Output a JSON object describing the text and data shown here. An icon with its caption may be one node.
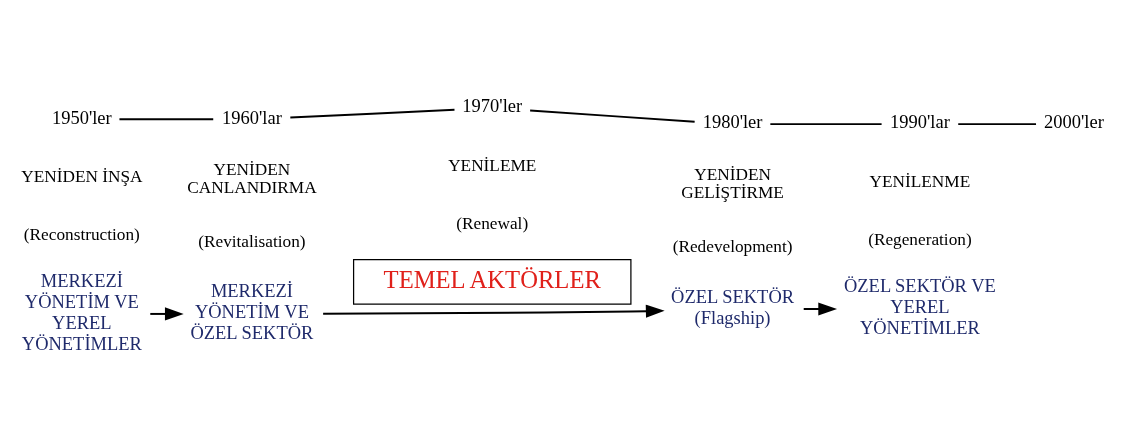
{
  "diagram": {
    "nodes": [
      {
        "text": [
          "1950'ler"
        ]
      },
      {
        "text": [
          "1960'lar"
        ]
      },
      {
        "text": [
          "1970'ler"
        ]
      },
      {
        "text": [
          "1980'ler"
        ]
      },
      {
        "text": [
          "1990'lar"
        ]
      },
      {
        "text": [
          "2000'ler"
        ]
      },
      {
        "text": [
          "TEMEL AKTÖRLER"
        ]
      },
      {
        "text": [
          "MERKEZİ YÖNETİM VE YEREL YÖNETİMLER"
        ]
      },
      {
        "text": [
          "MERKEZİ YÖNETİM VE ÖZEL SEKTÖR"
        ]
      },
      {
        "text": [
          "ÖZEL SEKTÖR",
          "(Flagship)"
        ]
      },
      {
        "text": [
          "ÖZEL SEKTÖR VE YEREL YÖNETİMLER"
        ]
      }
    ],
    "edges": [
      {
        "from": 0,
        "to": 1,
        "arrow": "none"
      },
      {
        "from": 1,
        "to": 2,
        "arrow": "none"
      },
      {
        "from": 2,
        "to": 3,
        "arrow": "none"
      },
      {
        "from": 3,
        "to": 4,
        "arrow": "none"
      },
      {
        "from": 4,
        "to": 5,
        "arrow": "none"
      },
      {
        "from": 7,
        "to": 8,
        "arrow": "to"
      },
      {
        "from": 8,
        "to": 9,
        "arrow": "to"
      },
      {
        "from": 9,
        "to": 10,
        "arrow": "to"
      }
    ],
    "labels": [
      "YENİDEN İNŞA",
      "(Reconstruction)",
      "YENİDEN CANLANDIRMA",
      "(Revitalisation)",
      "YENİLEME",
      "(Renewal)",
      "YENİDEN GELİŞTİRME",
      "(Redevelopment)",
      "YENİLENME",
      "(Regeneration)"
    ]
  }
}
